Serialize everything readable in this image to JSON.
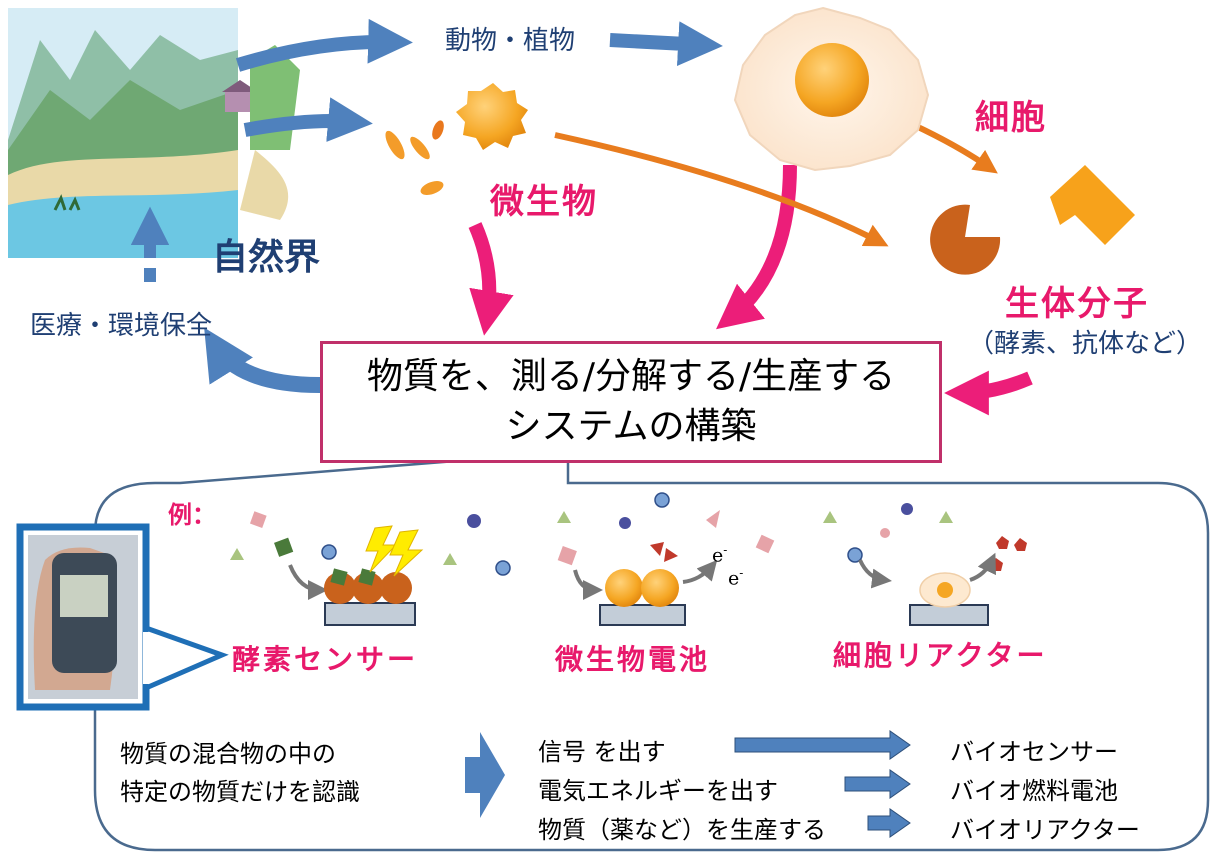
{
  "labels": {
    "animals_plants": "動物・植物",
    "cell": "細胞",
    "microbe": "微生物",
    "nature": "自然界",
    "biomolecule": "生体分子",
    "biomolecule_sub": "（酵素、抗体など）",
    "medical": "医療・環境保全"
  },
  "main_box": {
    "line1": "物質を、測る/分解する/生産する",
    "line2": "システムの構築"
  },
  "example": {
    "prefix": "例：",
    "items": [
      {
        "label": "酵素センサー"
      },
      {
        "label": "微生物電池",
        "electron1": "e",
        "electron2": "e"
      },
      {
        "label": "細胞リアクター"
      }
    ]
  },
  "bottom": {
    "left_line1": "物質の混合物の中の",
    "left_line2": "特定の物質だけを認識",
    "rows": [
      {
        "action": "信号 を出す",
        "result": "バイオセンサー"
      },
      {
        "action": "電気エネルギーを出す",
        "result": "バイオ燃料電池"
      },
      {
        "action": "物質（薬など）を生産する",
        "result": "バイオリアクター"
      }
    ]
  },
  "colors": {
    "blue_arrow": "#4f81bd",
    "pink_arrow": "#ec1e79",
    "orange_arrow": "#e87c1e",
    "pink_text": "#e8196b",
    "navy_text": "#1f3f73"
  }
}
